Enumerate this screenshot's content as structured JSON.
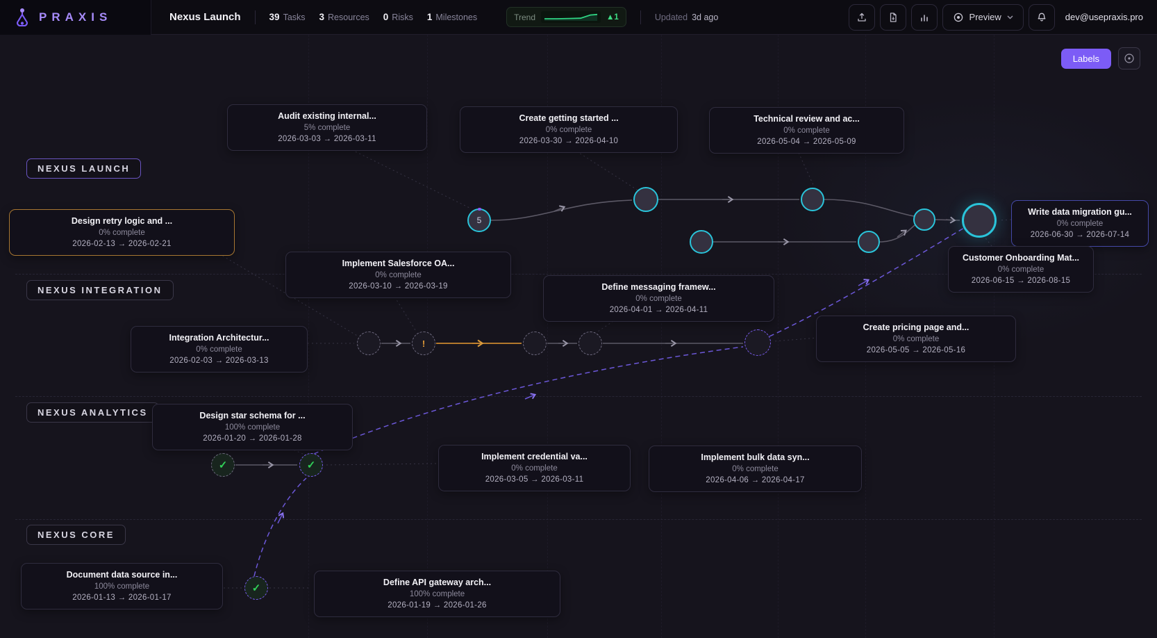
{
  "header": {
    "brand": "PRAXIS",
    "project_title": "Nexus Launch",
    "stats": [
      {
        "value": "39",
        "label": "Tasks"
      },
      {
        "value": "3",
        "label": "Resources"
      },
      {
        "value": "0",
        "label": "Risks"
      },
      {
        "value": "1",
        "label": "Milestones"
      }
    ],
    "trend": {
      "label": "Trend",
      "delta": "▲1"
    },
    "updated": {
      "label": "Updated",
      "value": "3d ago"
    },
    "preview_label": "Preview",
    "user_email": "dev@usepraxis.pro",
    "icons": {
      "logo": "flask-molecule",
      "export": "upload-tray",
      "file": "document",
      "analytics": "bar-chart",
      "preview": "eye-rings",
      "caret": "chevron-down",
      "bell": "bell",
      "focus": "target-dot"
    }
  },
  "toolbar": {
    "labels_button": "Labels"
  },
  "groups": [
    "NEXUS LAUNCH",
    "NEXUS INTEGRATION",
    "NEXUS ANALYTICS",
    "NEXUS CORE"
  ],
  "glyphs": {
    "node_count": "5",
    "alert": "!",
    "check": "✓"
  },
  "colors": {
    "accent_purple": "#7c5cf6",
    "node_cyan": "#2ac4da",
    "warning_orange": "#d08a2e",
    "success_green": "#31d158",
    "dependency_purple": "#6c58d9"
  },
  "cards": [
    {
      "title": "Audit existing internal...",
      "progress": "5% complete",
      "dates": "2026-03-03 → 2026-03-11"
    },
    {
      "title": "Create getting started ...",
      "progress": "0% complete",
      "dates": "2026-03-30 → 2026-04-10"
    },
    {
      "title": "Technical review and ac...",
      "progress": "0% complete",
      "dates": "2026-05-04 → 2026-05-09"
    },
    {
      "title": "Design retry logic and ...",
      "progress": "0% complete",
      "dates": "2026-02-13 → 2026-02-21"
    },
    {
      "title": "Implement Salesforce OA...",
      "progress": "0% complete",
      "dates": "2026-03-10 → 2026-03-19"
    },
    {
      "title": "Define messaging framew...",
      "progress": "0% complete",
      "dates": "2026-04-01 → 2026-04-11"
    },
    {
      "title": "Write data migration gu...",
      "progress": "0% complete",
      "dates": "2026-06-30 → 2026-07-14"
    },
    {
      "title": "Customer Onboarding Mat...",
      "progress": "0% complete",
      "dates": "2026-06-15 → 2026-08-15"
    },
    {
      "title": "Integration Architectur...",
      "progress": "0% complete",
      "dates": "2026-02-03 → 2026-03-13"
    },
    {
      "title": "Create pricing page and...",
      "progress": "0% complete",
      "dates": "2026-05-05 → 2026-05-16"
    },
    {
      "title": "Design star schema for ...",
      "progress": "100% complete",
      "dates": "2026-01-20 → 2026-01-28"
    },
    {
      "title": "Implement credential va...",
      "progress": "0% complete",
      "dates": "2026-03-05 → 2026-03-11"
    },
    {
      "title": "Implement bulk data syn...",
      "progress": "0% complete",
      "dates": "2026-04-06 → 2026-04-17"
    },
    {
      "title": "Document data source in...",
      "progress": "100% complete",
      "dates": "2026-01-13 → 2026-01-17"
    },
    {
      "title": "Define API gateway arch...",
      "progress": "100% complete",
      "dates": "2026-01-19 → 2026-01-26"
    }
  ]
}
